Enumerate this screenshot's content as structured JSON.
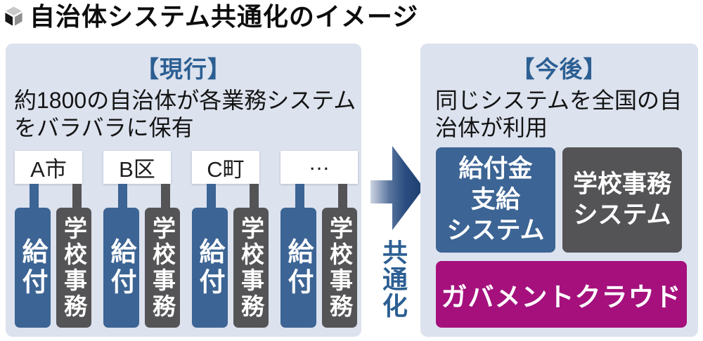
{
  "title": "自治体システム共通化のイメージ",
  "icons": {
    "title_bullet": "cube-icon",
    "transition": "right-arrow-icon"
  },
  "colors": {
    "panel-bg": "#dce2ee",
    "steel-blue": "#3c6494",
    "dark-gray": "#545456",
    "magenta": "#a5107d",
    "heading-blue": "#2c5f93",
    "arrow-navy": "#1d3e6e",
    "text": "#141414"
  },
  "current": {
    "header": "【現行】",
    "description": "約1800の自治体が各業務システムをバラバラに保有",
    "municipalities": [
      "A市",
      "B区",
      "C町",
      "…"
    ],
    "benefit_label": "給付",
    "school_label": "学校事務"
  },
  "transition": {
    "label": "共通化"
  },
  "future": {
    "header": "【今後】",
    "description": "同じシステムを全国の自治体が利用",
    "boxes": [
      {
        "label": "給付金\n支給\nシステム"
      },
      {
        "label": "学校事務\nシステム"
      },
      {
        "label": "ガバメントクラウド"
      }
    ]
  }
}
